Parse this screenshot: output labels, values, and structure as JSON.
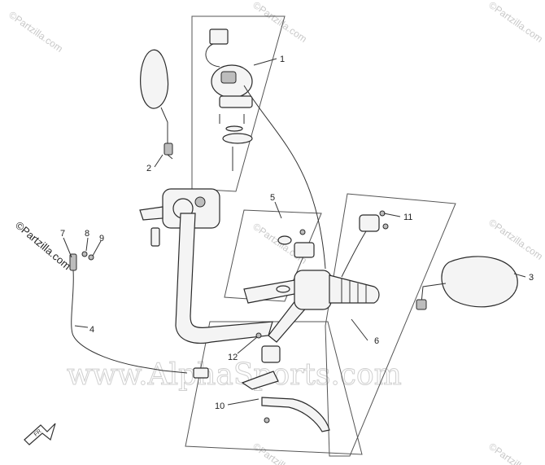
{
  "callouts": [
    {
      "id": "1",
      "label": "1"
    },
    {
      "id": "2",
      "label": "2"
    },
    {
      "id": "3",
      "label": "3"
    },
    {
      "id": "4",
      "label": "4"
    },
    {
      "id": "5",
      "label": "5"
    },
    {
      "id": "6",
      "label": "6"
    },
    {
      "id": "7",
      "label": "7"
    },
    {
      "id": "8",
      "label": "8"
    },
    {
      "id": "9",
      "label": "9"
    },
    {
      "id": "10",
      "label": "10"
    },
    {
      "id": "11",
      "label": "11"
    },
    {
      "id": "12",
      "label": "12"
    }
  ],
  "watermarks": {
    "partzilla": "©Partzilla.com",
    "alpha": "www.AlphaSports.com"
  },
  "icons": {
    "front_arrow": "front-direction-arrow-icon"
  }
}
